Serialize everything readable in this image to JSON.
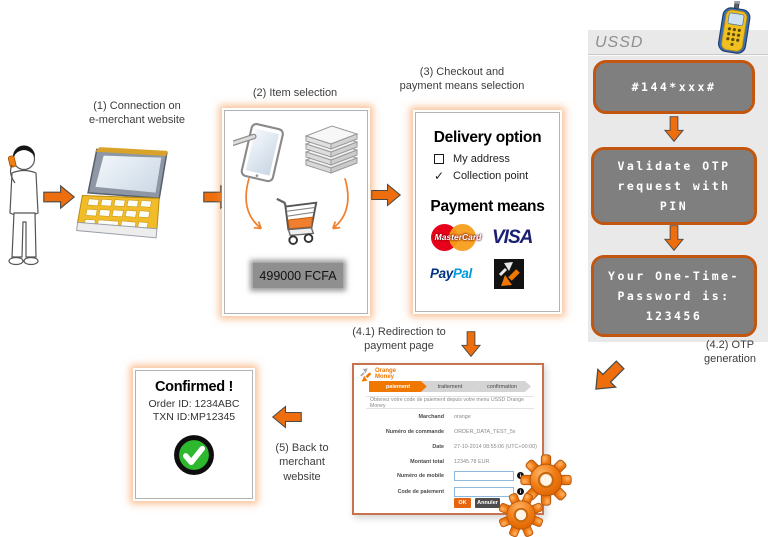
{
  "colors": {
    "arrow_orange": "#EE6E0D",
    "brand_orange": "#F07800",
    "ussd_border_orange": "#C2560F",
    "visa_blue": "#1A1F71",
    "paypal_dark_blue": "#003087",
    "paypal_light_blue": "#009CDE",
    "mastercard_red": "#E8001B",
    "mastercard_orange": "#F79E1B",
    "confirm_green": "#2EB82E"
  },
  "steps": {
    "step1": "(1) Connection on\ne-merchant website",
    "step2": "(2) Item selection",
    "step3": "(3) Checkout and\npayment means selection",
    "step41": "(4.1) Redirection to\npayment page",
    "step42": "(4.2) OTP\ngeneration",
    "step5": "(5) Back to\nmerchant\nwebsite"
  },
  "item_selection": {
    "price": "499000 FCFA"
  },
  "checkout": {
    "delivery_title": "Delivery option",
    "option1": "My address",
    "option2": "Collection point",
    "check_glyph": "✓",
    "payment_title": "Payment means",
    "logos": {
      "mastercard": "MasterCard",
      "visa": "VISA",
      "paypal_pay": "Pay",
      "paypal_pal": "Pal"
    }
  },
  "ussd": {
    "title": "USSD",
    "screen1": "#144*xxx#",
    "screen2": "Validate OTP\nrequest with\nPIN",
    "screen3": "Your One-Time-\nPassword is:\n123456"
  },
  "confirmed": {
    "title": "Confirmed !",
    "order_id": "Order ID: 1234ABC",
    "txn_id": "TXN ID:MP12345"
  },
  "payment_page": {
    "logo_text": "Orange\nMoney",
    "tabs": [
      {
        "label": "paiement"
      },
      {
        "label": "traitement"
      },
      {
        "label": "confirmation"
      }
    ],
    "instruction": "Obtenez votre code de paiement depuis votre menu USSD Orange Money",
    "fields": [
      {
        "label": "Marchand",
        "value": "orange"
      },
      {
        "label": "Numéro de commande",
        "value": "ORDER_DATA_TEST_5x"
      },
      {
        "label": "Date",
        "value": "27-10-2014 08:55:06 (UTC+00:00)"
      },
      {
        "label": "Montant total",
        "value": "12345.78 EUR"
      }
    ],
    "input1_label": "Numéro de mobile",
    "input2_label": "Code de paiement",
    "info_glyph": "i",
    "ok_button": "OK",
    "cancel_button": "Annuler"
  }
}
